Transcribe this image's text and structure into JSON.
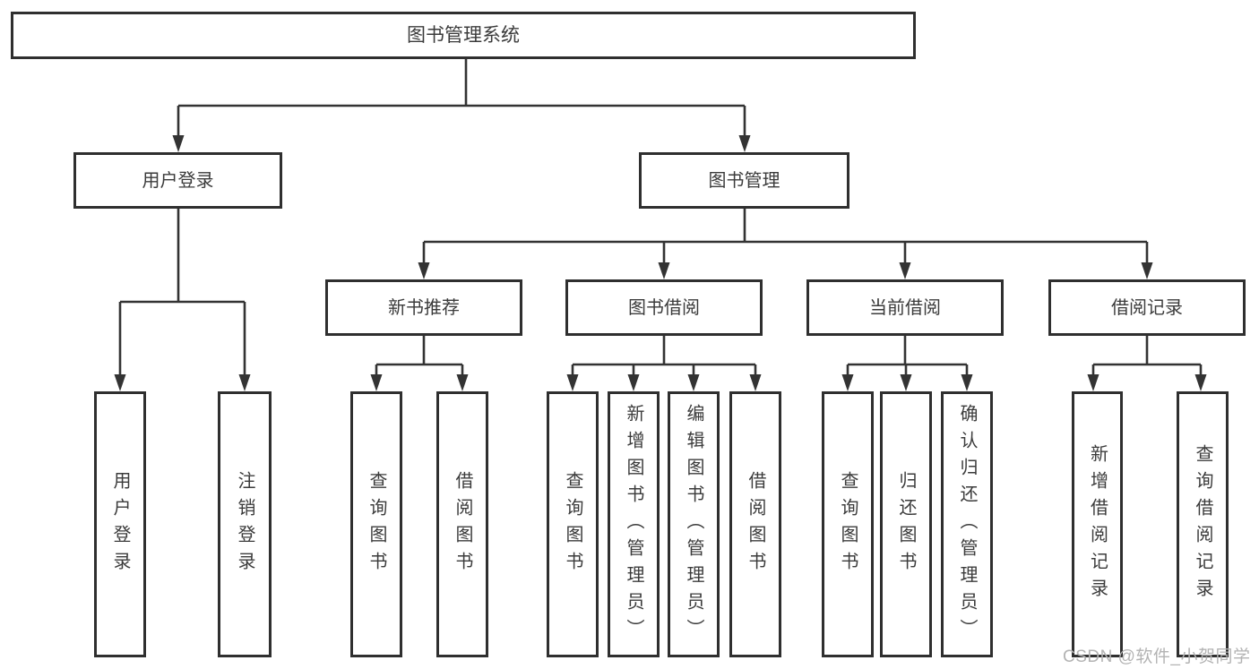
{
  "watermark": "CSDN @软件_小贺同学",
  "colors": {
    "line": "#333333",
    "box_border": "#2f2f2f",
    "text": "#3b3b3b",
    "watermark": "#b3b3b3",
    "background": "#ffffff"
  },
  "nodes": {
    "root": {
      "label": "图书管理系统"
    },
    "user_login": {
      "label": "用户登录"
    },
    "book_management": {
      "label": "图书管理"
    },
    "new_book_recommend": {
      "label": "新书推荐"
    },
    "book_borrow": {
      "label": "图书借阅"
    },
    "current_borrow": {
      "label": "当前借阅"
    },
    "borrow_record": {
      "label": "借阅记录"
    },
    "leaf_user_login": {
      "label": "用户登录"
    },
    "leaf_logout": {
      "label": "注销登录"
    },
    "leaf_nb_query": {
      "label": "查询图书"
    },
    "leaf_nb_borrow": {
      "label": "借阅图书"
    },
    "leaf_bb_query": {
      "label": "查询图书"
    },
    "leaf_bb_add": {
      "label": "新增图书（管理员）"
    },
    "leaf_bb_edit": {
      "label": "编辑图书（管理员）"
    },
    "leaf_bb_borrow": {
      "label": "借阅图书"
    },
    "leaf_cb_query": {
      "label": "查询图书"
    },
    "leaf_cb_return": {
      "label": "归还图书"
    },
    "leaf_cb_confirm": {
      "label": "确认归还（管理员）"
    },
    "leaf_br_add": {
      "label": "新增借阅记录"
    },
    "leaf_br_query": {
      "label": "查询借阅记录"
    }
  },
  "hierarchy": {
    "图书管理系统": {
      "用户登录": [
        "用户登录",
        "注销登录"
      ],
      "图书管理": {
        "新书推荐": [
          "查询图书",
          "借阅图书"
        ],
        "图书借阅": [
          "查询图书",
          "新增图书（管理员）",
          "编辑图书（管理员）",
          "借阅图书"
        ],
        "当前借阅": [
          "查询图书",
          "归还图书",
          "确认归还（管理员）"
        ],
        "借阅记录": [
          "新增借阅记录",
          "查询借阅记录"
        ]
      }
    }
  }
}
